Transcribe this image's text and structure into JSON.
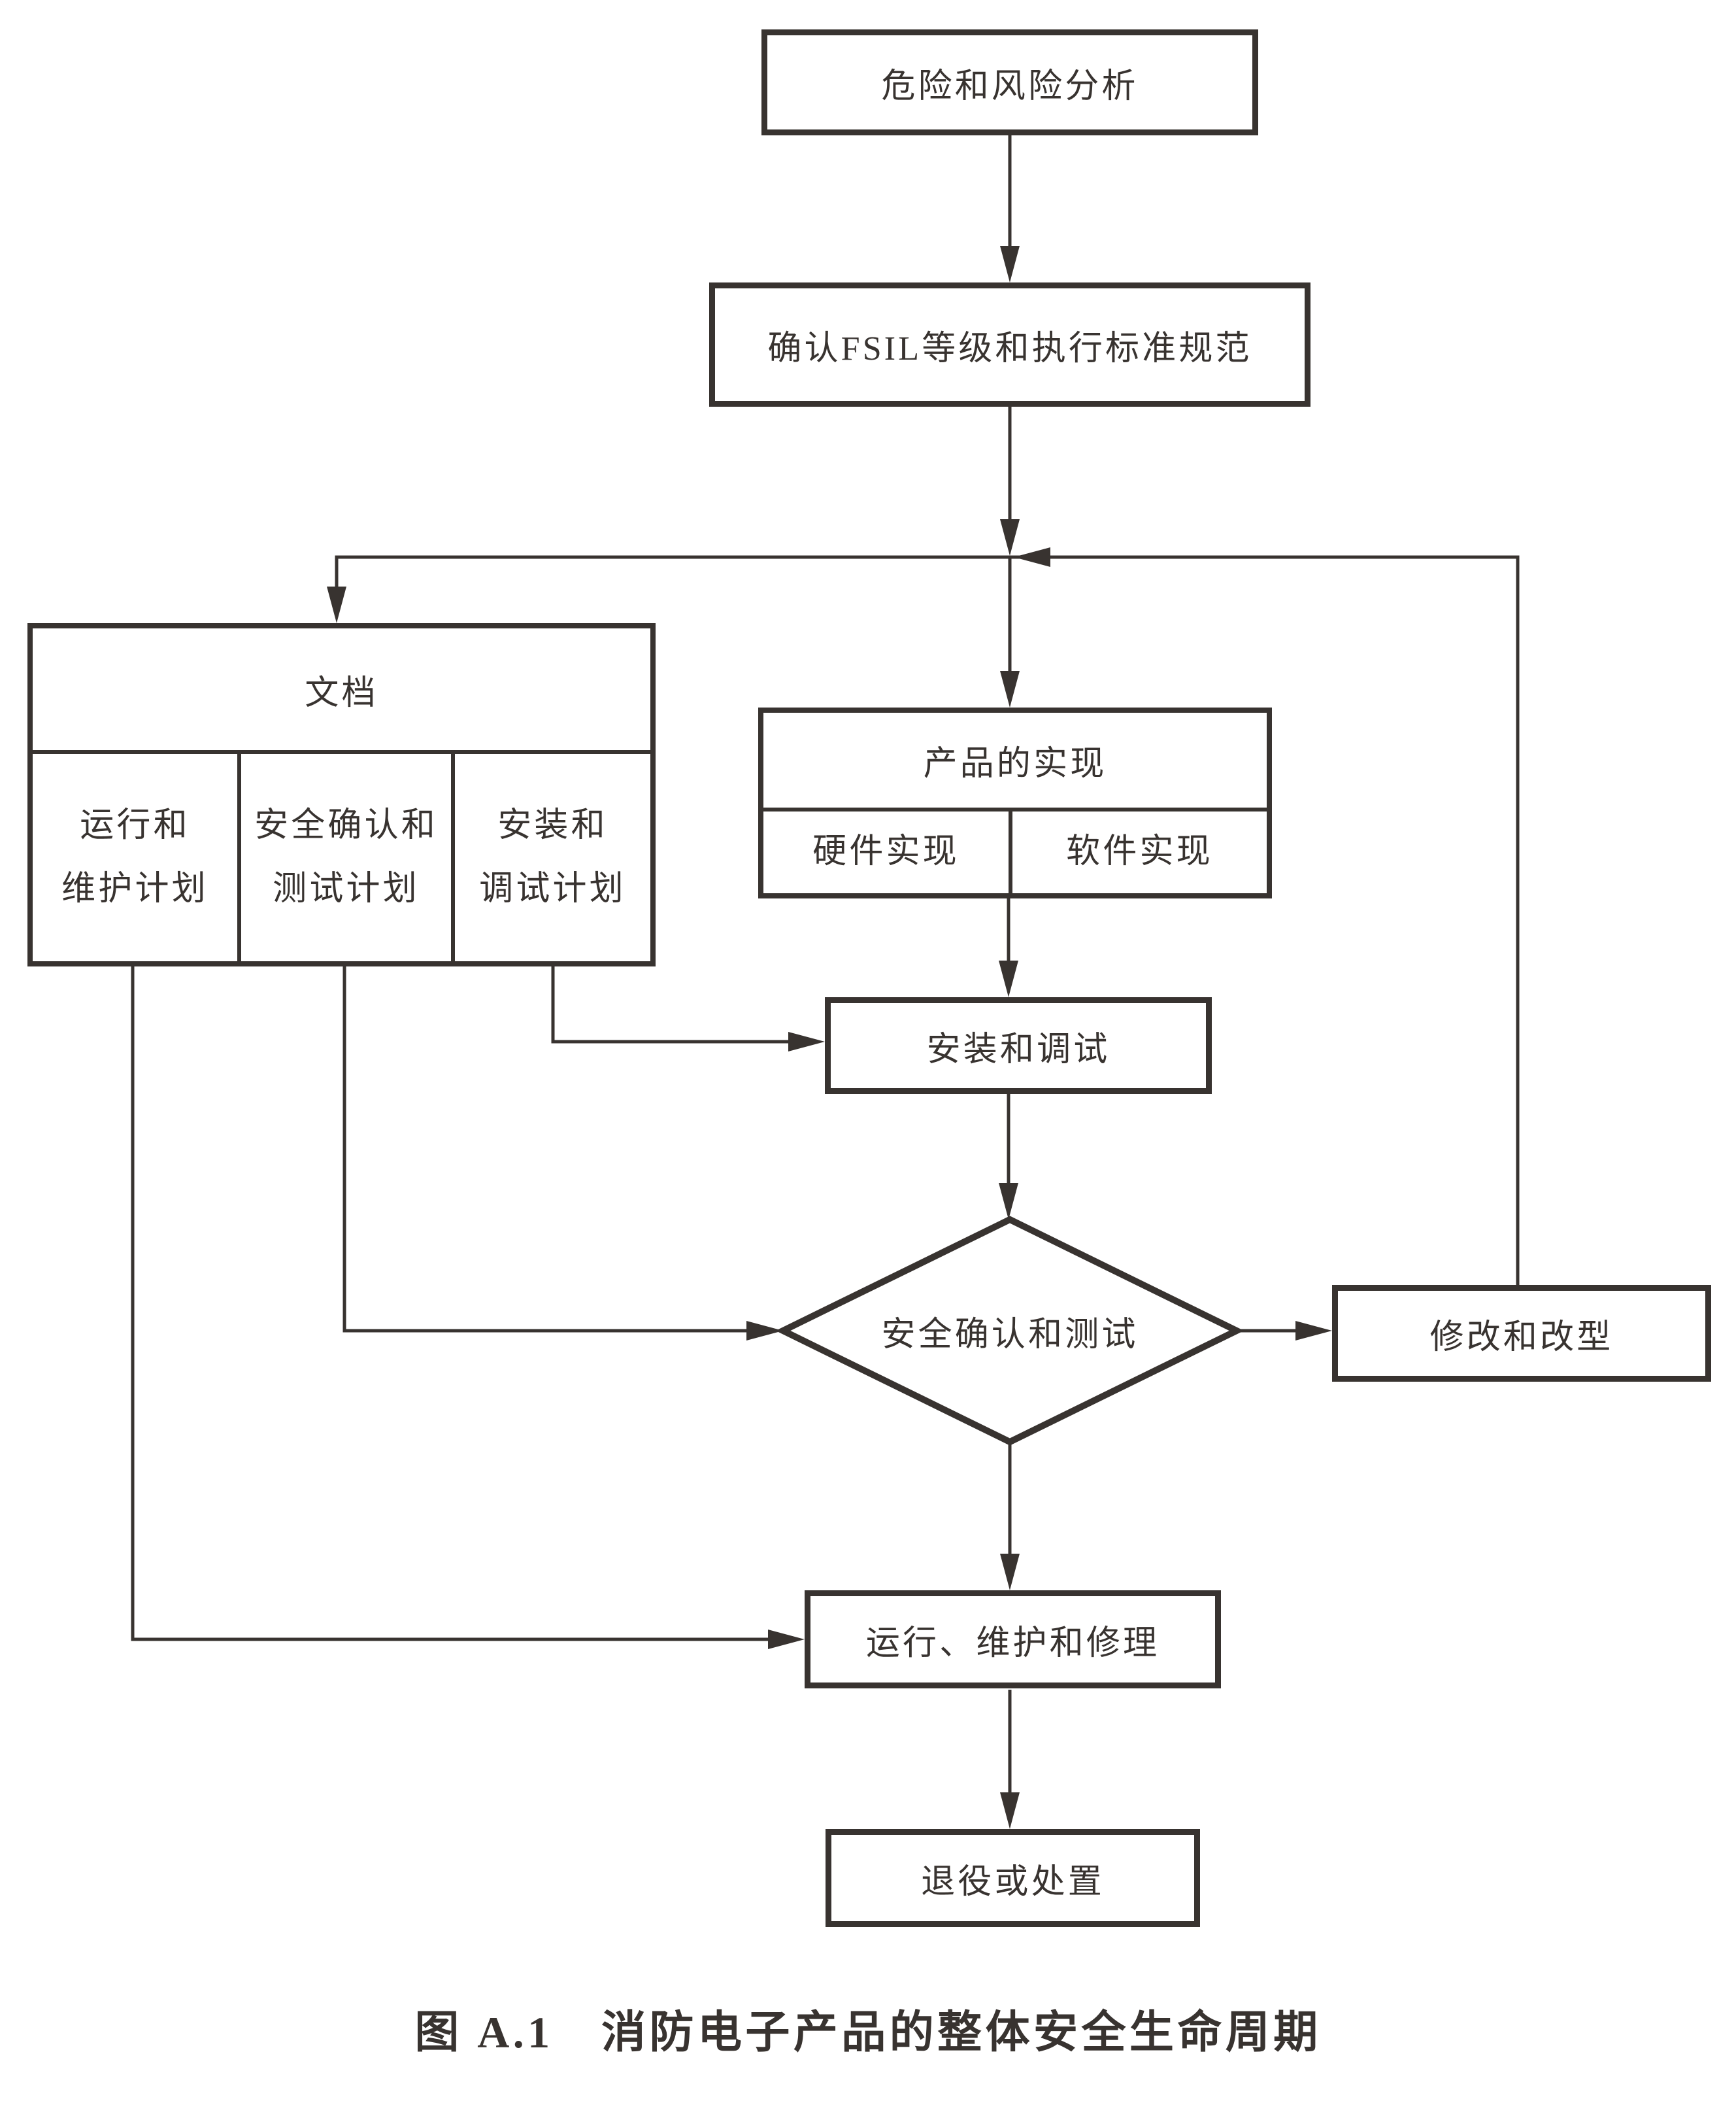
{
  "nodes": {
    "hazard": "危险和风险分析",
    "confirm": "确认FSIL等级和执行标准规范",
    "docs": {
      "title": "文档",
      "col1": [
        "运行和",
        "维护计划"
      ],
      "col2": [
        "安全确认和",
        "测试计划"
      ],
      "col3": [
        "安装和",
        "调试计划"
      ]
    },
    "product": {
      "title": "产品的实现",
      "hw": "硬件实现",
      "sw": "软件实现"
    },
    "install": "安装和调试",
    "verify": "安全确认和测试",
    "modify": "修改和改型",
    "operate": "运行、维护和修理",
    "retire": "退役或处置"
  },
  "caption": "图 A.1　消防电子产品的整体安全生命周期",
  "colors": {
    "ink": "#383330",
    "background": "#ffffff"
  }
}
